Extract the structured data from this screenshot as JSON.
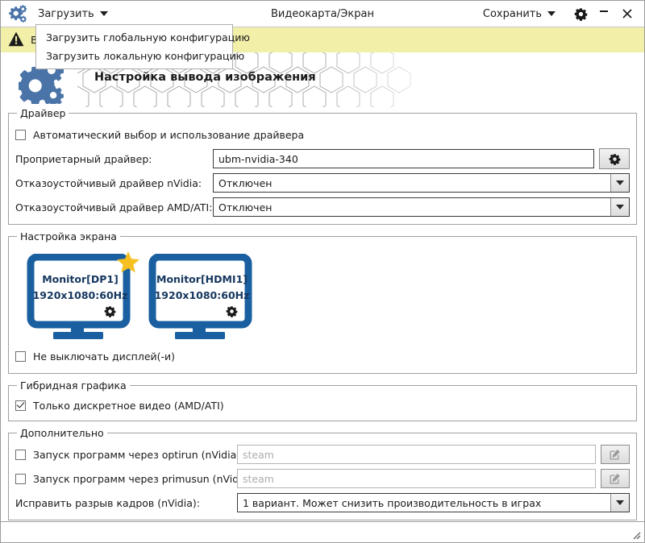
{
  "window": {
    "title": "Видеокарта/Экран",
    "app_icon": "gears-icon"
  },
  "titlebar": {
    "load_menu_label": "Загрузить",
    "save_menu_label": "Сохранить",
    "settings_icon": "gear-icon",
    "minimize_label": "—",
    "close_label": "✕"
  },
  "dropdown": {
    "items": [
      {
        "label": "Загрузить глобальную конфигурацию"
      },
      {
        "label": "Загрузить локальную конфигурацию"
      }
    ]
  },
  "warning": {
    "icon": "warning-triangle-icon",
    "text": "В",
    "background": "#f2efa8"
  },
  "banner": {
    "title": "Настройка вывода изображения",
    "icon": "gears-icon"
  },
  "driver_group": {
    "legend": "Драйвер",
    "auto_checkbox": {
      "label": "Автоматический выбор и использование драйвера",
      "checked": false
    },
    "proprietary": {
      "label": "Проприетарный драйвер:",
      "value": "ubm-nvidia-340",
      "button_icon": "gear-icon"
    },
    "nvidia_fallback": {
      "label": "Отказоустойчивый драйвер nVidia:",
      "value": "Отключен"
    },
    "amd_fallback": {
      "label": "Отказоустойчивый драйвер AMD/ATI:",
      "value": "Отключен"
    }
  },
  "screen_group": {
    "legend": "Настройка экрана",
    "monitors": [
      {
        "name": "Monitor[DP1]",
        "resolution": "1920x1080:60Hz",
        "primary": true,
        "gear_icon": "gear-icon",
        "star_icon": "star-icon"
      },
      {
        "name": "Monitor[HDMI1]",
        "resolution": "1920x1080:60Hz",
        "primary": false,
        "gear_icon": "gear-icon"
      }
    ],
    "keep_on_checkbox": {
      "label": "Не выключать дисплей(-и)",
      "checked": false
    }
  },
  "hybrid_group": {
    "legend": "Гибридная графика",
    "discrete_only_checkbox": {
      "label": "Только дискретное видео (AMD/ATI)",
      "checked": true
    }
  },
  "additional_group": {
    "legend": "Дополнительно",
    "optirun": {
      "label": "Запуск программ через optirun (nVidia):",
      "checked": false,
      "placeholder": "steam",
      "button_icon": "pencil-edit-icon"
    },
    "primusun": {
      "label": "Запуск программ через primusun (nVidia):",
      "checked": false,
      "placeholder": "steam",
      "button_icon": "pencil-edit-icon"
    },
    "tearfix": {
      "label": "Исправить разрыв кадров (nVidia):",
      "value": "1 вариант. Может снизить производительность в играх"
    }
  },
  "statusbar": {
    "grip_icon": "resize-grip-icon"
  },
  "colors": {
    "monitor_blue": "#1a5fa0",
    "monitor_text": "#15365e",
    "star_yellow": "#f5c020",
    "warning_bg": "#f2efa8",
    "accent": "#4a74a8"
  }
}
